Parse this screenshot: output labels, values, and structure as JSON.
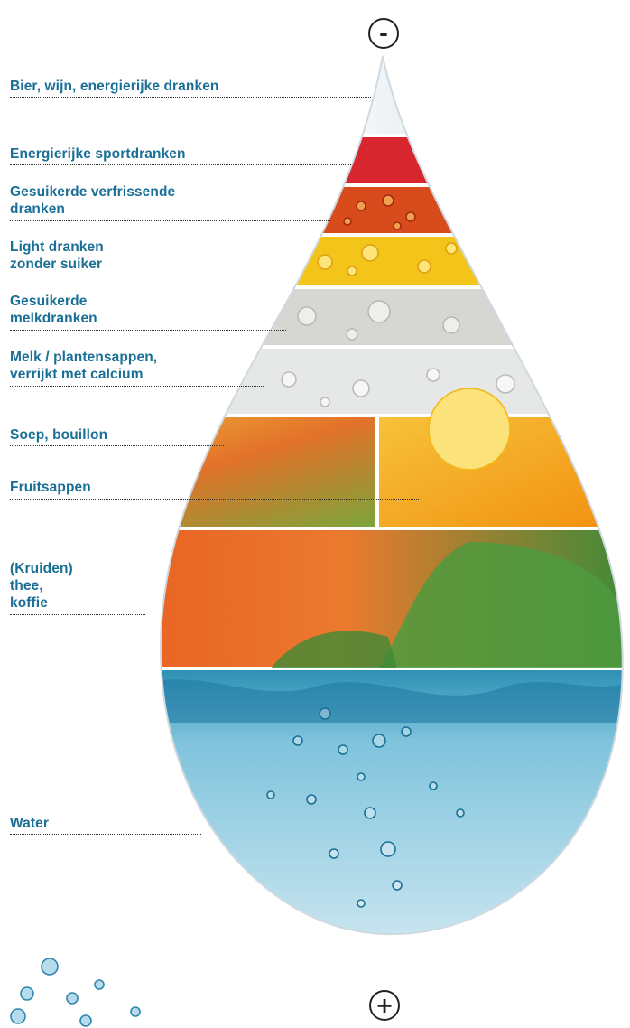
{
  "indicators": {
    "top": "-",
    "bottom": "+"
  },
  "layers": [
    {
      "id": "bier",
      "label": "Bier, wijn, energierijke dranken",
      "color": "#d6e2ea"
    },
    {
      "id": "energie",
      "label": "Energierijke sportdranken",
      "color": "#d8262f"
    },
    {
      "id": "gesuikerd-verfris",
      "label": "Gesuikerde verfrissende dranken",
      "color": "#d84b1c"
    },
    {
      "id": "light",
      "label": "Light dranken zonder suiker",
      "color": "#f3c51a"
    },
    {
      "id": "melkdrank",
      "label": "Gesuikerde melkdranken",
      "color": "#d6d6d2"
    },
    {
      "id": "melk",
      "label": "Melk / plantensappen, verrijkt met calcium",
      "color": "#e6e7e7"
    },
    {
      "id": "soep",
      "label": "Soep, bouillon",
      "color": "#e59a24"
    },
    {
      "id": "fruit",
      "label": "Fruitsappen",
      "color": "#f4a814"
    },
    {
      "id": "thee",
      "label": "(Kruiden) thee, koffie",
      "color": "#e0661c"
    },
    {
      "id": "water",
      "label": "Water",
      "color": "#9ccfe4"
    }
  ],
  "labels": {
    "bier": [
      "Bier, wijn, energierijke dranken"
    ],
    "energie": [
      "Energierijke sportdranken"
    ],
    "gesuikerd_verfris": [
      "Gesuikerde verfrissende",
      "dranken"
    ],
    "light": [
      "Light dranken",
      "zonder suiker"
    ],
    "melkdrank": [
      "Gesuikerde",
      "melkdranken"
    ],
    "melk": [
      "Melk / plantensappen,",
      "verrijkt met calcium"
    ],
    "soep": [
      "Soep, bouillon"
    ],
    "fruit": [
      "Fruitsappen"
    ],
    "thee": [
      "(Kruiden)",
      "thee,",
      "koffie"
    ],
    "water": [
      "Water"
    ]
  }
}
